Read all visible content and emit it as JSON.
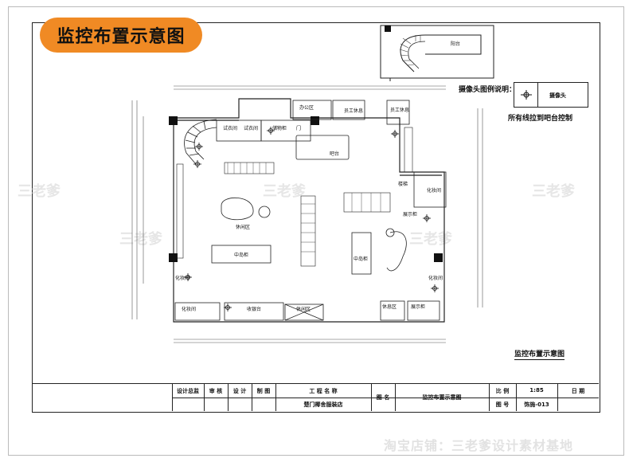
{
  "badge": {
    "title": "监控布置示意图"
  },
  "watermarks": [
    "三老爹",
    "三老爹",
    "三老爹",
    "三老爹",
    "三老爹"
  ],
  "bottom_watermark": "淘宝店铺：三老爹设计素材基地",
  "legend": {
    "title": "摄像头图例说明：",
    "camera_label": "摄像头",
    "note": "所有线拉到吧台控制"
  },
  "plan_caption": "监控布置示意图",
  "thumbnail": {
    "label": "阳台"
  },
  "plan_labels": {
    "fitting1": "试衣间",
    "fitting2": "试衣间",
    "storage": "储物柜",
    "office": "办公区",
    "staff": "员工休息",
    "staff2": "员工休息",
    "door": "门",
    "cashier": "吧台",
    "round_sofa": "休闲区",
    "display1": "中岛柜",
    "display2": "中岛柜",
    "stair": "楼梯",
    "dressing": "化妆间",
    "dressing2": "化妆间",
    "dressing3": "化妆间",
    "showcase": "展示柜",
    "counter": "收银台",
    "sofa_small": "休闲区",
    "bottom1": "化妆间",
    "bottom2": "休息区",
    "bottom3": "展示柜"
  },
  "title_block": {
    "design_lead": "设计总监",
    "review": "审 核",
    "design": "设 计",
    "draw": "制 图",
    "project_name_label": "工 程 名 称",
    "project_name": "楚门椰舍服装店",
    "drawing_name_label": "图 名",
    "drawing_name": "监控布置示意图",
    "scale_label": "比 例",
    "scale_value": "1:85",
    "date_label": "日 期",
    "drawing_no_label": "图 号",
    "drawing_no": "饰施-013"
  }
}
